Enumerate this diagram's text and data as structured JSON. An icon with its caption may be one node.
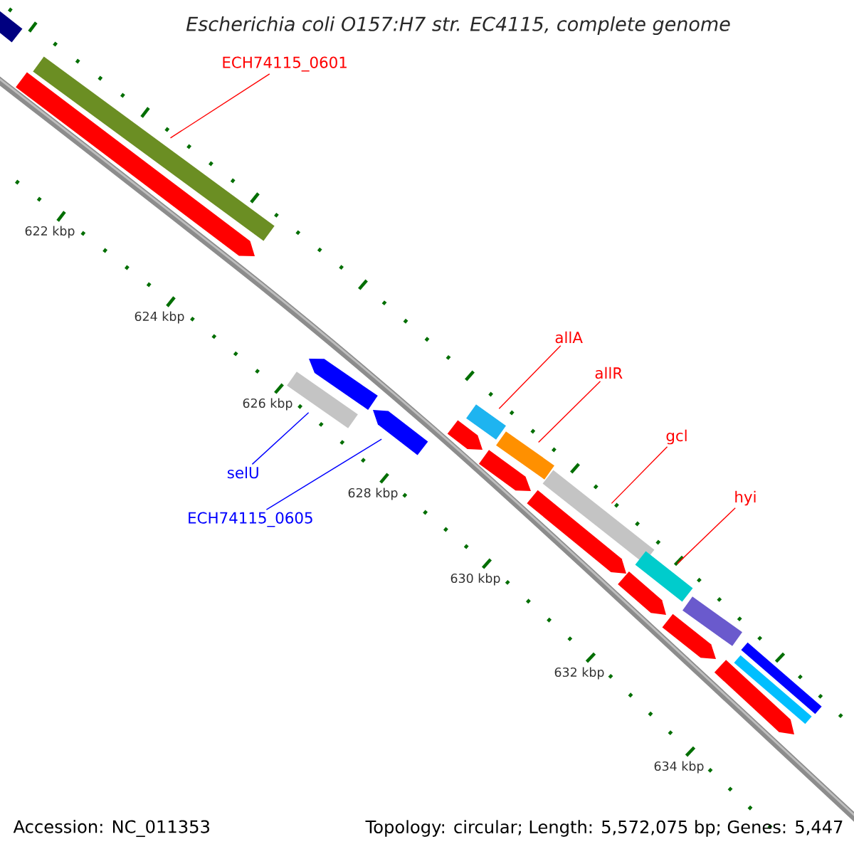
{
  "diagram": {
    "title": "Escherichia coli O157:H7 str. EC4115, complete genome",
    "nodes": [
      {
        "text": [
          "ECH74115_0601"
        ]
      },
      {
        "text": [],
        "shape": "bar"
      },
      {
        "text": [
          "allA"
        ]
      },
      {
        "text": [],
        "shape": "bar"
      },
      {
        "text": [
          "allR"
        ]
      },
      {
        "text": [],
        "shape": "bar"
      },
      {
        "text": [
          "gcl"
        ]
      },
      {
        "text": [],
        "shape": "bar"
      },
      {
        "text": [
          "hyi"
        ]
      },
      {
        "text": [],
        "shape": "bar"
      },
      {
        "text": [
          "selU"
        ]
      },
      {
        "text": [],
        "shape": "bar"
      },
      {
        "text": [
          "ECH74115_0605"
        ]
      },
      {
        "text": [],
        "shape": "bar"
      }
    ],
    "edges": [
      {
        "from": 0,
        "to": 1,
        "arrow": "none"
      },
      {
        "from": 2,
        "to": 3,
        "arrow": "none"
      },
      {
        "from": 4,
        "to": 5,
        "arrow": "none"
      },
      {
        "from": 6,
        "to": 7,
        "arrow": "none"
      },
      {
        "from": 8,
        "to": 9,
        "arrow": "none"
      },
      {
        "from": 10,
        "to": 11,
        "arrow": "none",
        "color": "#0000ff"
      },
      {
        "from": 12,
        "to": 13,
        "arrow": "none",
        "color": "#0000ff"
      }
    ],
    "labels": [
      "622 kbp",
      "624 kbp",
      "626 kbp",
      "628 kbp",
      "630 kbp",
      "632 kbp",
      "634 kbp",
      "Accession: NC_011353",
      "Topology: circular; Length: 5,572,075 bp; Genes: 5,447"
    ]
  }
}
